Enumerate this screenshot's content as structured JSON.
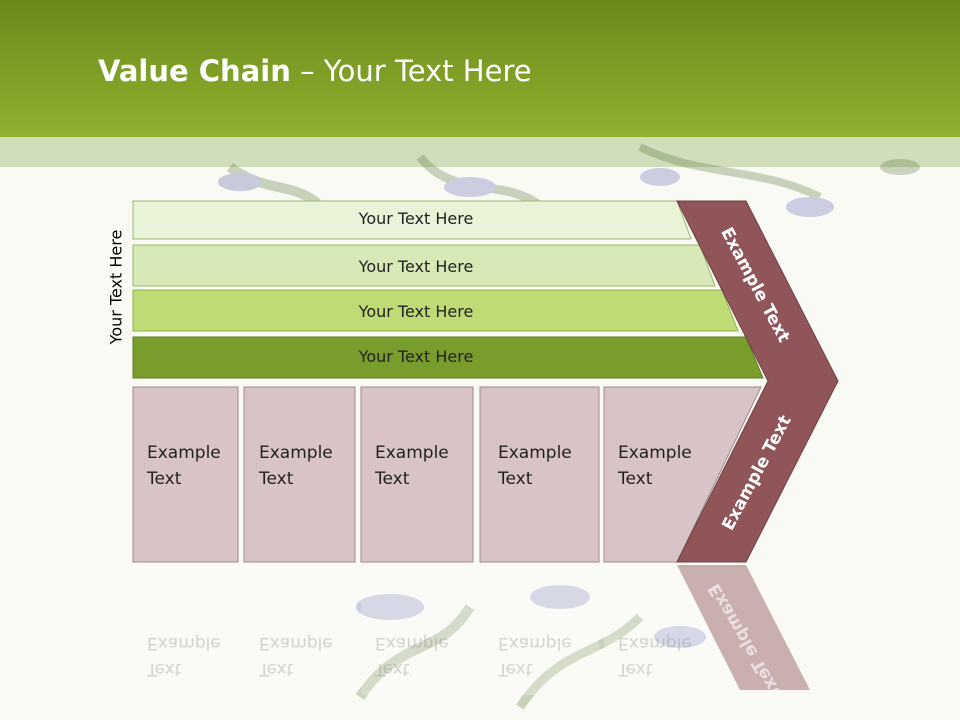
{
  "title": {
    "bold": "Value Chain",
    "rest": " – Your Text Here"
  },
  "side_label": "Your Text Here",
  "bars": [
    {
      "label": "Your Text Here"
    },
    {
      "label": "Your Text Here"
    },
    {
      "label": "Your Text Here"
    },
    {
      "label": "Your Text Here"
    }
  ],
  "boxes": [
    {
      "line1": "Example",
      "line2": "Text"
    },
    {
      "line1": "Example",
      "line2": "Text"
    },
    {
      "line1": "Example",
      "line2": "Text"
    },
    {
      "line1": "Example",
      "line2": "Text"
    },
    {
      "line1": "Example",
      "line2": "Text"
    }
  ],
  "chevron": {
    "upper_label": "Example Text",
    "lower_label": "Example Text"
  },
  "reflection_text": {
    "line1": "Example",
    "line2": "Text"
  },
  "colors": {
    "header_top": "#6b8a1c",
    "header_bottom": "#8fb12e",
    "bar1": "#e9f3d8",
    "bar2": "#d6e9b6",
    "bar3": "#bedb76",
    "bar4": "#789d2c",
    "box": "#d8c4c6",
    "chevron": "#8f5559"
  }
}
